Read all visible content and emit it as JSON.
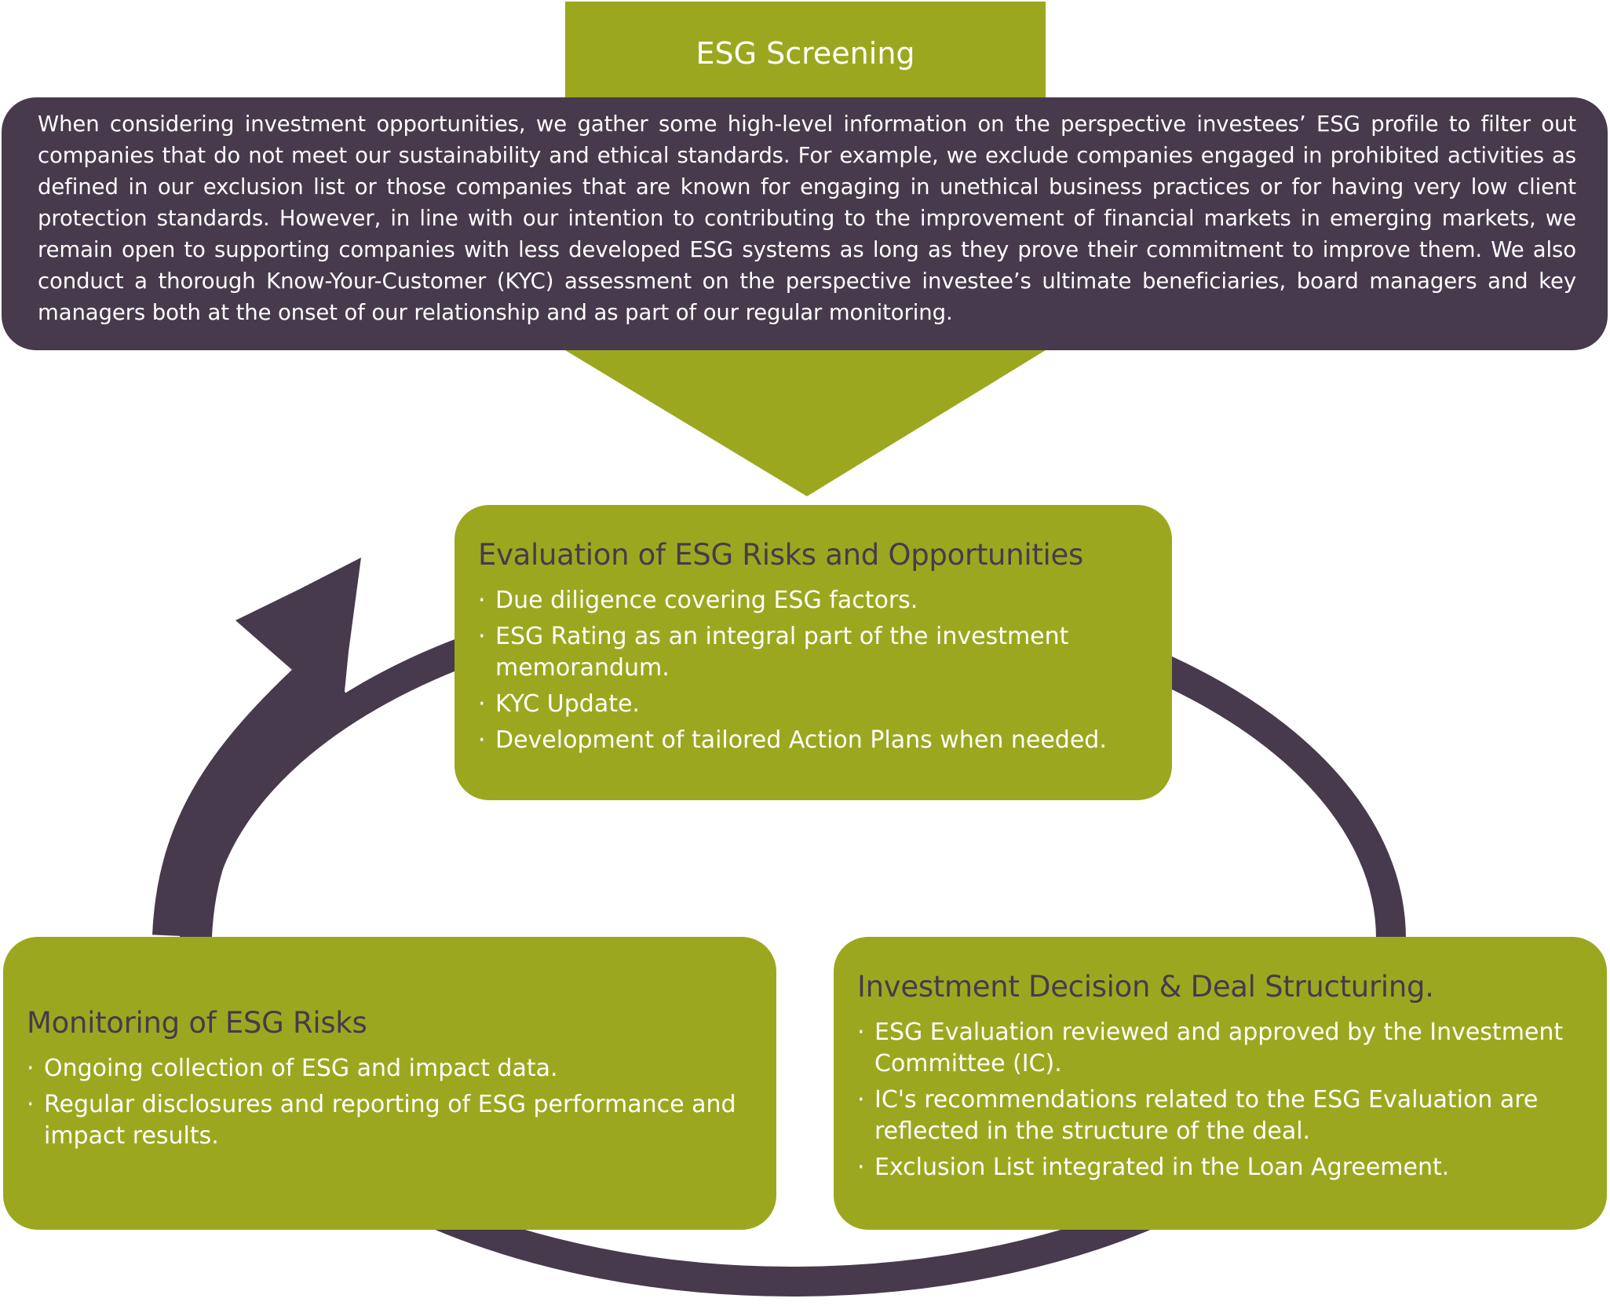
{
  "screening": {
    "title": "ESG Screening",
    "text": "When considering investment opportunities, we gather some high-level information on the perspective investees’ ESG profile to filter out companies that do not meet our sustainability and ethical standards. For example, we exclude companies engaged in prohibited activities as defined in our exclusion list or those companies that are known for engaging in unethical business practices or for having very low client protection standards. However, in line with our intention to contributing to the improvement of financial markets in emerging markets, we remain open to supporting companies with less developed ESG systems as long as they prove their commitment to improve them. We also conduct a thorough Know-Your-Customer (KYC) assessment on the perspective investee’s ultimate beneficiaries, board managers and key managers both at the onset of our relationship and as part of our regular monitoring."
  },
  "evaluation": {
    "title": "Evaluation of ESG Risks and Opportunities",
    "bullets": [
      "Due diligence covering ESG factors.",
      "ESG Rating as an integral part of the investment memorandum.",
      "KYC Update.",
      "Development of tailored Action Plans when needed."
    ]
  },
  "monitoring": {
    "title": "Monitoring of ESG Risks",
    "bullets": [
      "Ongoing collection of ESG and impact data.",
      "Regular disclosures and reporting of ESG performance and impact results."
    ]
  },
  "investment": {
    "title": "Investment Decision &  Deal Structuring.",
    "bullets": [
      "ESG Evaluation reviewed and approved by the Investment Committee (IC).",
      "IC's recommendations related to the ESG Evaluation are reflected in the structure of the deal.",
      "Exclusion List integrated in the Loan Agreement."
    ]
  },
  "colors": {
    "green": "#9ba81f",
    "purple": "#473a4c",
    "white": "#ffffff"
  }
}
